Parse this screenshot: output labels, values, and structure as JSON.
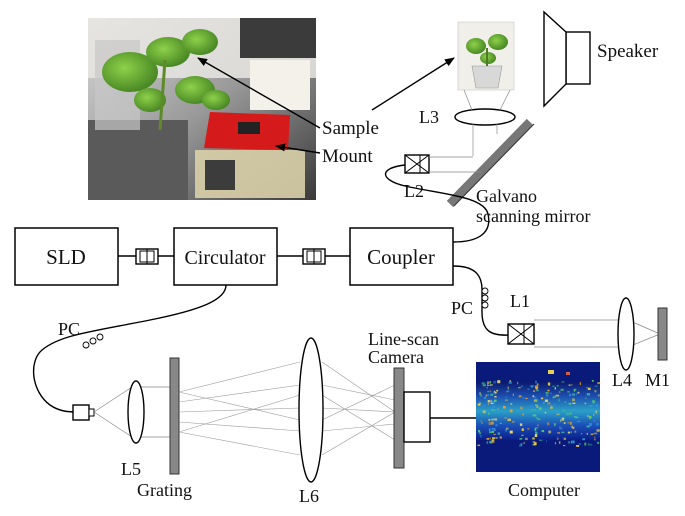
{
  "blocks": {
    "sld": "SLD",
    "circulator": "Circulator",
    "coupler": "Coupler"
  },
  "labels": {
    "sample": "Sample",
    "mount": "Mount",
    "speaker": "Speaker",
    "l1": "L1",
    "l2": "L2",
    "l3": "L3",
    "l4": "L4",
    "l5": "L5",
    "l6": "L6",
    "m1": "M1",
    "galvano_line1": "Galvano",
    "galvano_line2": "scanning mirror",
    "pc_left": "PC",
    "pc_right": "PC",
    "linescan_line1": "Line-scan",
    "linescan_line2": "Camera",
    "grating": "Grating",
    "computer": "Computer"
  }
}
